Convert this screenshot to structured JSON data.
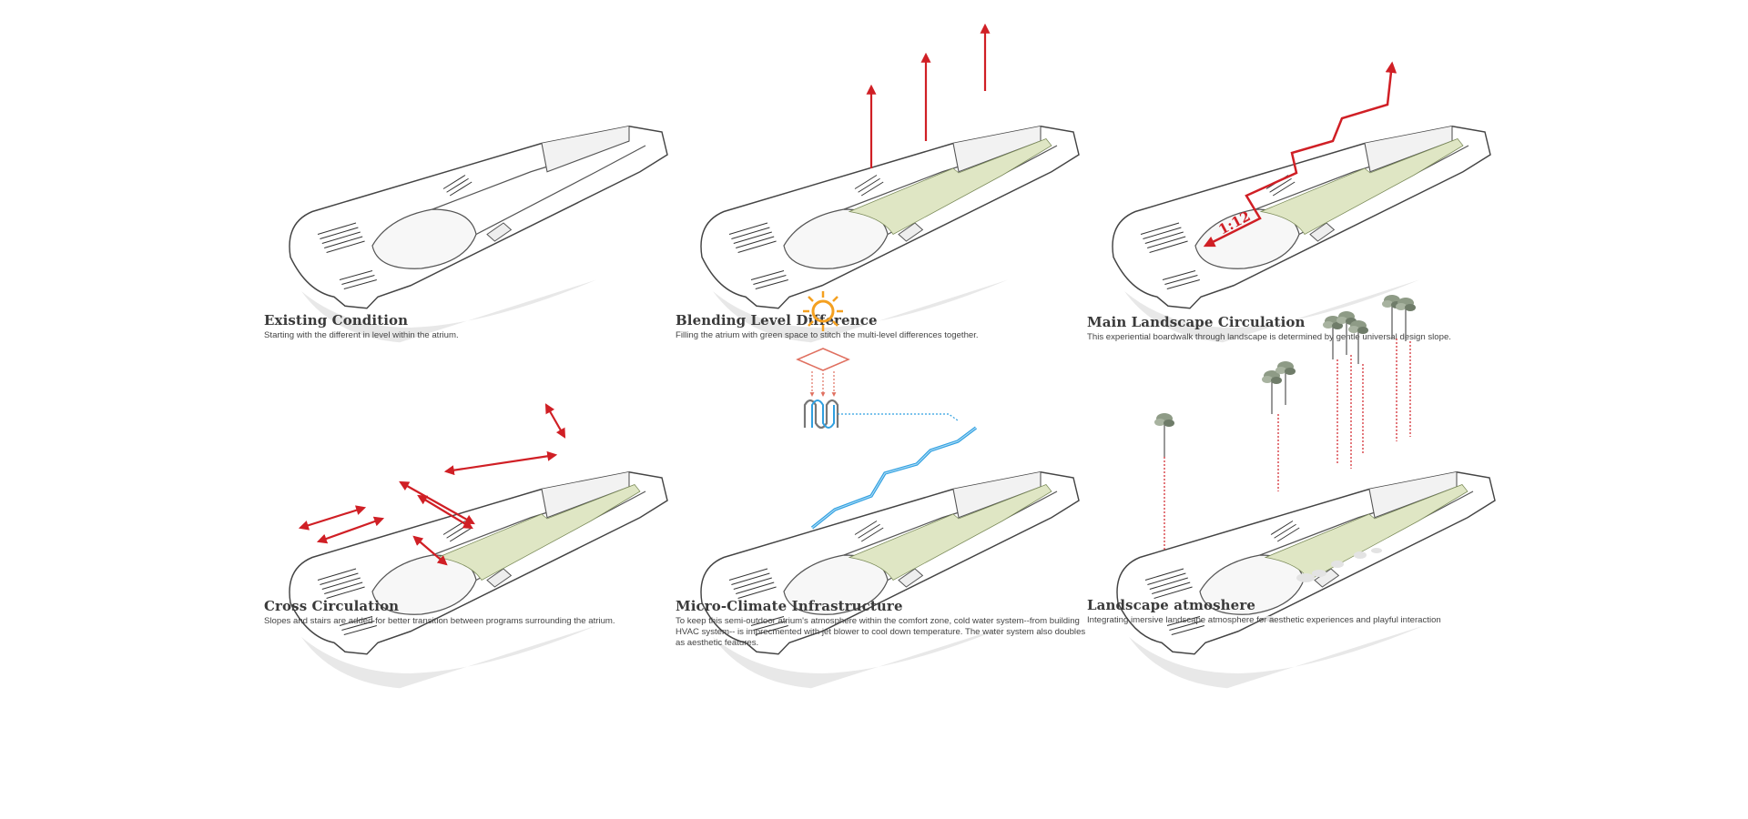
{
  "panels": [
    {
      "title": "Existing Condition",
      "desc": "Starting with the different in level within the atrium."
    },
    {
      "title": "Blending Level Difference",
      "desc": "Filling the atrium with green space to stitch the multi-level differences together."
    },
    {
      "title": "Main Landscape Circulation",
      "desc": "This experiential boardwalk through landscape is determined by gentle universal design slope.",
      "slope_label": "1:12"
    },
    {
      "title": "Cross Circulation",
      "desc": "Slopes and stairs are added for better transition between programs surrounding the atrium."
    },
    {
      "title": "Micro-Climate Infrastructure",
      "desc": "To keep this semi-outdoor atrium's atmosphere within the  comfort zone, cold water system--from building HVAC system-- is imprecmented with jet blower to cool down temperature. The water system also doubles as aesthetic features."
    },
    {
      "title": "Landscape atmoshere",
      "desc": "Integrating imersive landscape atmosphere for aesthetic experiences and playful interaction"
    }
  ],
  "colors": {
    "arrow": "#d01f25",
    "green": "#dfe6c4",
    "water": "#2f9fe0",
    "sun": "#f4a020",
    "outline": "#444444"
  }
}
